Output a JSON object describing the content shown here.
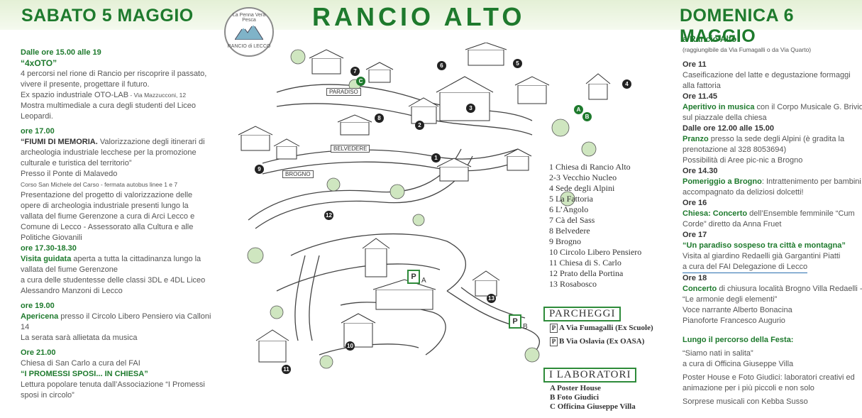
{
  "header": {
    "left_day": "SABATO 5 MAGGIO",
    "title": "RANCIO ALTO",
    "right_day": "DOMENICA 6 MAGGIO",
    "logo_top": "La Penna Vera Pesca",
    "logo_bottom": "RANCIO di LECCO"
  },
  "saturday": {
    "e1_time": "Dalle ore 15.00 alle 19",
    "e1_title": "“4xOTO”",
    "e1_desc": "4 percorsi nel rione di Rancio per riscoprire il passato, vivere il presente, progettare il futuro.",
    "e1_place": "Ex spazio industriale OTO-LAB",
    "e1_addr": " - Via Mazzucconi, 12",
    "e1_more": "Mostra multimediale a cura degli studenti del Liceo Leopardi.",
    "e2_time": "ore 17.00",
    "e2_title": "“FIUMI DI MEMORIA.",
    "e2_desc": " Valorizzazione degli itinerari di archeologia industriale lecchese per la promozione culturale e turistica del territorio”",
    "e2_place": "Presso il Ponte di Malavedo",
    "e2_addr": "Corso San Michele del Carso - fermata autobus linee 1 e 7",
    "e2_more": "Presentazione del progetto di valorizzazione delle opere di archeologia industriale presenti lungo la vallata del fiume Gerenzone a cura di Arci Lecco e Comune di Lecco - Assessorato alla Cultura e alle Politiche Giovanili",
    "e3_time": "ore 17.30-18.30",
    "e3_title": "Visita guidata",
    "e3_desc": " aperta a tutta la cittadinanza lungo la vallata del fiume Gerenzone",
    "e3_more": "a cura delle studentesse delle classi 3DL e 4DL Liceo Alessandro Manzoni di Lecco",
    "e4_time": "ore 19.00",
    "e4_title": "Apericena",
    "e4_desc": " presso il Circolo Libero Pensiero via Calloni 14",
    "e4_more": "La serata sarà allietata da musica",
    "e5_time": "Ore 21.00",
    "e5_desc": "Chiesa di San Carlo a cura del FAI",
    "e5_title": "“I PROMESSI SPOSI... IN CHIESA”",
    "e5_more": "Lettura popolare tenuta dall’Associazione “I Promessi sposi in circolo”"
  },
  "sunday": {
    "place": "a Rancio Alto",
    "place_note": "(raggiungibile da Via Fumagalli o da Via Quarto)",
    "e1_time": "Ore 11",
    "e1_desc": "Caseificazione del latte e degustazione formaggi alla fattoria",
    "e2_time": "Ore 11.45",
    "e2_title": "Aperitivo in musica",
    "e2_desc": " con il Corpo Musicale G. Brivio sul piazzale della chiesa",
    "e3_time": "Dalle ore 12.00 alle 15.00",
    "e3_title": "Pranzo",
    "e3_desc": " presso la sede degli Alpini (è gradita la prenotazione al 328 8053694)",
    "e3_more": "Possibilità di Aree  pic-nic a Brogno",
    "e4_time": "Ore 14.30",
    "e4_title": "Pomeriggio a Brogno",
    "e4_desc": ": Intrattenimento per bambini, accompagnato da deliziosi dolcetti!",
    "e5_time": "Ore 16",
    "e5_title": "Chiesa: Concerto",
    "e5_desc": " dell’Ensemble femminile “Cum Corde” diretto da Anna Fruet",
    "e6_time": "Ore 17",
    "e6_title": "“Un paradiso sospeso tra città e montagna”",
    "e6_desc": "Visita al giardino Redaelli già Gargantini Piatti",
    "e6_more": "a cura del FAI Delegazione di Lecco",
    "e7_time": "Ore 18",
    "e7_title": "Concerto",
    "e7_desc": " di chiusura località Brogno Villa Redaelli - “Le armonie degli elementi”",
    "e7_more1": "Voce narrante Alberto Bonacina",
    "e7_more2": "Pianoforte Francesco Augurio",
    "route_title": "Lungo il percorso della Festa:",
    "route1": "“Siamo nati in salita”",
    "route1b": "a cura di Officina Giuseppe Villa",
    "route2": "Poster House e Foto Giudici: laboratori creativi ed animazione per i più piccoli e non solo",
    "route3": "Sorprese musicali con Kebba Susso"
  },
  "legend": [
    "1 Chiesa di Rancio Alto",
    "2-3 Vecchio Nucleo",
    "4 Sede degli Alpini",
    "5 La Fattoria",
    "6 L’Angolo",
    "7 Cà del Sass",
    "8 Belvedere",
    "9 Brogno",
    "10 Circolo Libero Pensiero",
    "11 Chiesa di S. Carlo",
    "12 Prato della Portina",
    "13 Rosabosco"
  ],
  "parking": {
    "title": "PARCHEGGI",
    "icon": "P",
    "a": "A Via Fumagalli (Ex Scuole)",
    "b": "B Via Oslavia (Ex OASA)"
  },
  "labs": {
    "title": "I LABORATORI",
    "a": "A Poster House",
    "b": "B Foto Giudici",
    "c": "C Officina Giuseppe Villa"
  },
  "map_labels": {
    "paradiso": "PARADISO",
    "belvedere": "BELVEDERE",
    "brogno": "BROGNO",
    "park_a": "A",
    "park_b": "B"
  },
  "colors": {
    "accent": "#1e7a2d",
    "band": "#e4f0d6",
    "link": "#2a6fb0"
  }
}
